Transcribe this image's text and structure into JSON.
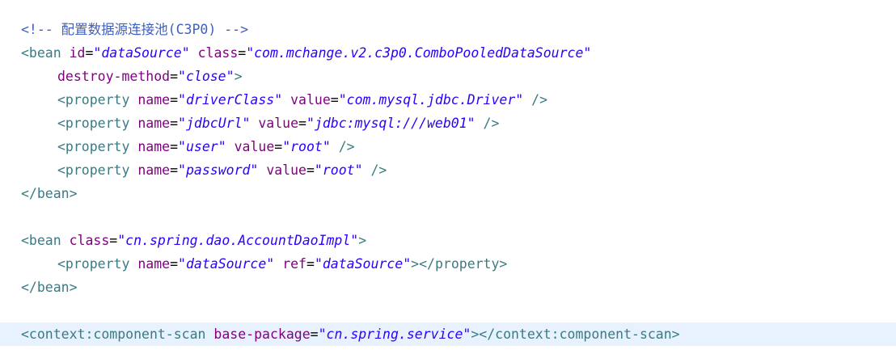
{
  "editor": {
    "colors": {
      "background": "#ffffff",
      "comment": "#3f5fbf",
      "tag": "#3a7a83",
      "attribute": "#7f007f",
      "value": "#2a00ff",
      "current_line": "#e8f2fe"
    },
    "lines": [
      {
        "comment": "<!-- 配置数据源连接池(C3P0) -->"
      },
      {
        "open": "<bean",
        "attr1": "id",
        "val1": "\"dataSource\"",
        "attr2": "class",
        "val2": "\"com.mchange.v2.c3p0.ComboPooledDataSource\""
      },
      {
        "attr1": "destroy-method",
        "val1": "\"close\"",
        "close": ">"
      },
      {
        "open": "<property",
        "attr1": "name",
        "val1": "\"driverClass\"",
        "attr2": "value",
        "val2": "\"com.mysql.jdbc.Driver\"",
        "close": "/>"
      },
      {
        "open": "<property",
        "attr1": "name",
        "val1": "\"jdbcUrl\"",
        "attr2": "value",
        "val2": "\"jdbc:mysql:///web01\"",
        "close": "/>"
      },
      {
        "open": "<property",
        "attr1": "name",
        "val1": "\"user\"",
        "attr2": "value",
        "val2": "\"root\"",
        "close": "/>"
      },
      {
        "open": "<property",
        "attr1": "name",
        "val1": "\"password\"",
        "attr2": "value",
        "val2": "\"root\"",
        "close": "/>"
      },
      {
        "close": "</bean>"
      },
      {},
      {
        "open": "<bean",
        "attr1": "class",
        "val1": "\"cn.spring.dao.AccountDaoImpl\"",
        "close": ">"
      },
      {
        "open": "<property",
        "attr1": "name",
        "val1": "\"dataSource\"",
        "attr2": "ref",
        "val2": "\"dataSource\"",
        "close": "></property>"
      },
      {
        "close": "</bean>"
      },
      {},
      {
        "open": "<context:component-scan",
        "attr1": "base-package",
        "val1": "\"cn.spring.service\"",
        "close": "></context:component-scan>"
      }
    ]
  }
}
